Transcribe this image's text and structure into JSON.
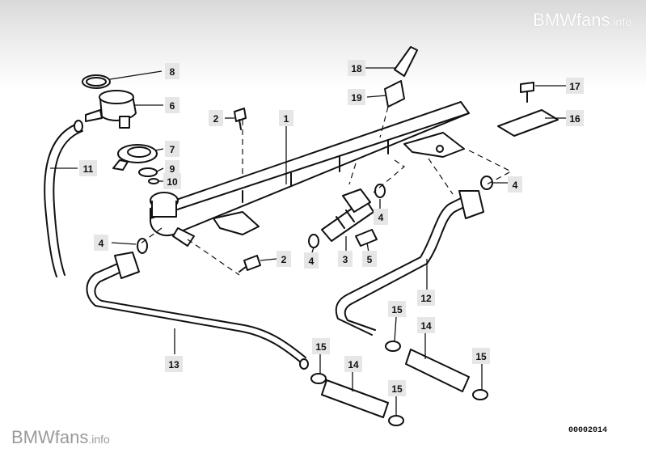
{
  "watermark_top": {
    "brand": "BMWfans",
    "suffix": ".info"
  },
  "watermark_bottom": {
    "brand": "BMWfans",
    "suffix": ".info"
  },
  "diagram_code": "00002014",
  "callouts": {
    "c1": "1",
    "c2a": "2",
    "c2b": "2",
    "c3": "3",
    "c4a": "4",
    "c4b": "4",
    "c4c": "4",
    "c4d": "4",
    "c5": "5",
    "c6": "6",
    "c7": "7",
    "c8": "8",
    "c9": "9",
    "c10": "10",
    "c11": "11",
    "c12": "12",
    "c13": "13",
    "c14a": "14",
    "c14b": "14",
    "c15a": "15",
    "c15b": "15",
    "c15c": "15",
    "c15d": "15",
    "c16": "16",
    "c17": "17",
    "c18": "18",
    "c19": "19"
  }
}
